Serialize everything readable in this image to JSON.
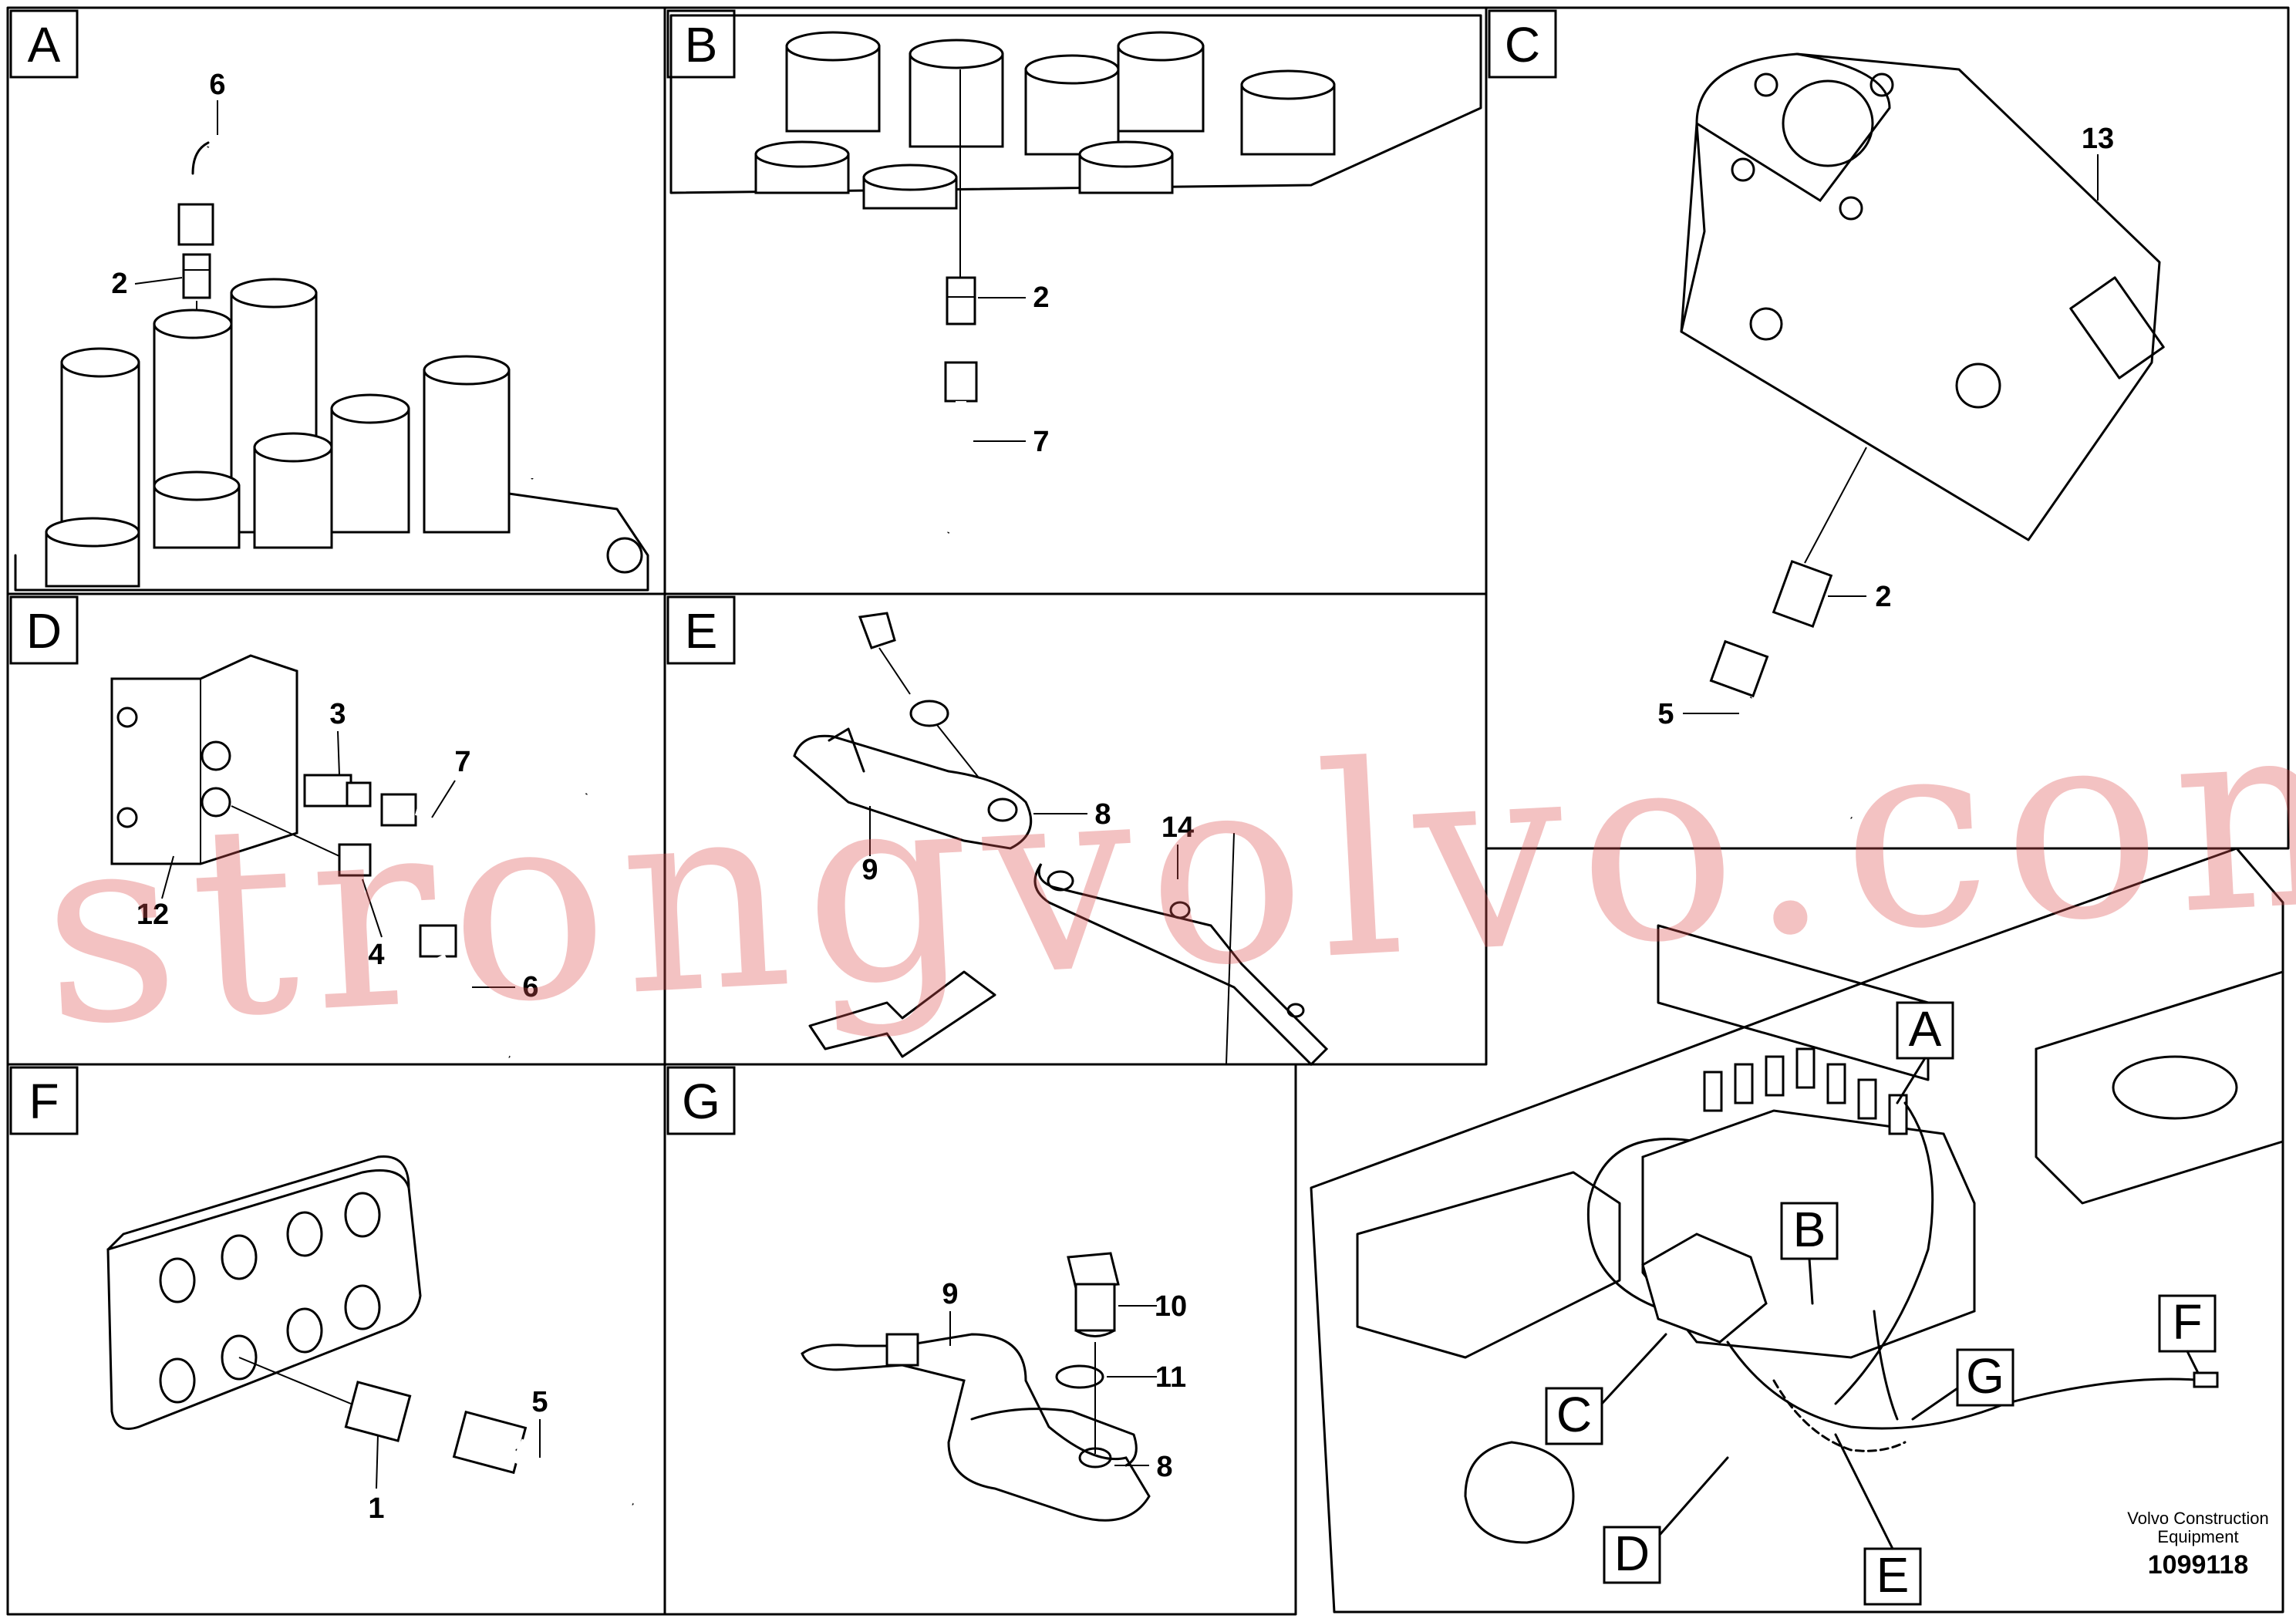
{
  "panels": {
    "A": {
      "letter": "A",
      "labels": [
        "6",
        "2"
      ]
    },
    "B": {
      "letter": "B",
      "labels": [
        "2",
        "7"
      ]
    },
    "C": {
      "letter": "C",
      "labels": [
        "13",
        "2",
        "5"
      ]
    },
    "D": {
      "letter": "D",
      "labels": [
        "3",
        "7",
        "12",
        "4",
        "6"
      ]
    },
    "E": {
      "letter": "E",
      "labels": [
        "8",
        "14",
        "9"
      ]
    },
    "F": {
      "letter": "F",
      "labels": [
        "5",
        "1"
      ]
    },
    "G": {
      "letter": "G",
      "labels": [
        "9",
        "10",
        "11",
        "8"
      ]
    }
  },
  "overview": {
    "callouts": [
      "A",
      "B",
      "C",
      "D",
      "E",
      "F",
      "G"
    ]
  },
  "footer": {
    "line1": "Volvo Construction",
    "line2": "Equipment",
    "number": "1099118"
  },
  "watermark": "strongvolvo.com"
}
